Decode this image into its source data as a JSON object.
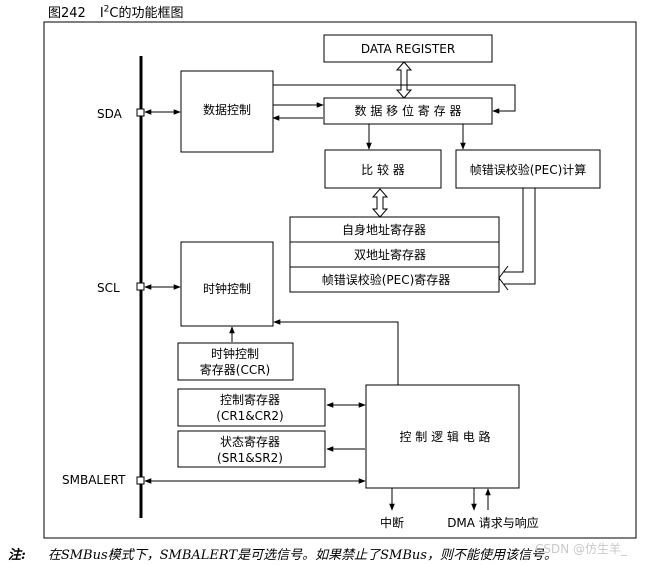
{
  "figure": {
    "number": "图242",
    "title_i": "I",
    "title_sup": "2",
    "title_rest": "C的功能框图"
  },
  "pins": {
    "sda": "SDA",
    "scl": "SCL",
    "smbalert": "SMBALERT"
  },
  "blocks": {
    "data_register": "DATA REGISTER",
    "data_control": "数据控制",
    "shift_register": "数 据 移 位 寄 存 器",
    "comparator": "比 较 器",
    "pec_calc": "帧错误校验(PEC)计算",
    "own_address": "自身地址寄存器",
    "dual_address": "双地址寄存器",
    "pec_register": "帧错误校验(PEC)寄存器",
    "clock_control": "时钟控制",
    "ccr_line1": "时钟控制",
    "ccr_line2": "寄存器(CCR)",
    "cr_line1": "控制寄存器",
    "cr_line2": "(CR1&CR2)",
    "sr_line1": "状态寄存器",
    "sr_line2": "(SR1&SR2)",
    "control_logic": "控 制 逻 辑 电 路"
  },
  "outputs": {
    "interrupt": "中断",
    "dma": "DMA 请求与响应"
  },
  "note": {
    "label": "注:",
    "text": "在SMBus模式下，SMBALERT是可选信号。如果禁止了SMBus，则不能使用该信号。"
  },
  "watermark": "CSDN @仿生羊_"
}
